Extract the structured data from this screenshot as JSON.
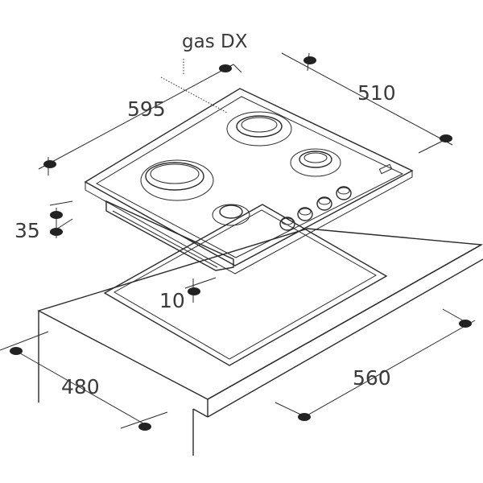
{
  "labels": {
    "gas": "gas DX",
    "w595": "595",
    "d510": "510",
    "h35": "35",
    "gap10": "10",
    "cut480": "480",
    "cut560": "560"
  },
  "colors": {
    "line": "#2b2b2b",
    "text": "#3a3a3a",
    "background": "#ffffff"
  }
}
